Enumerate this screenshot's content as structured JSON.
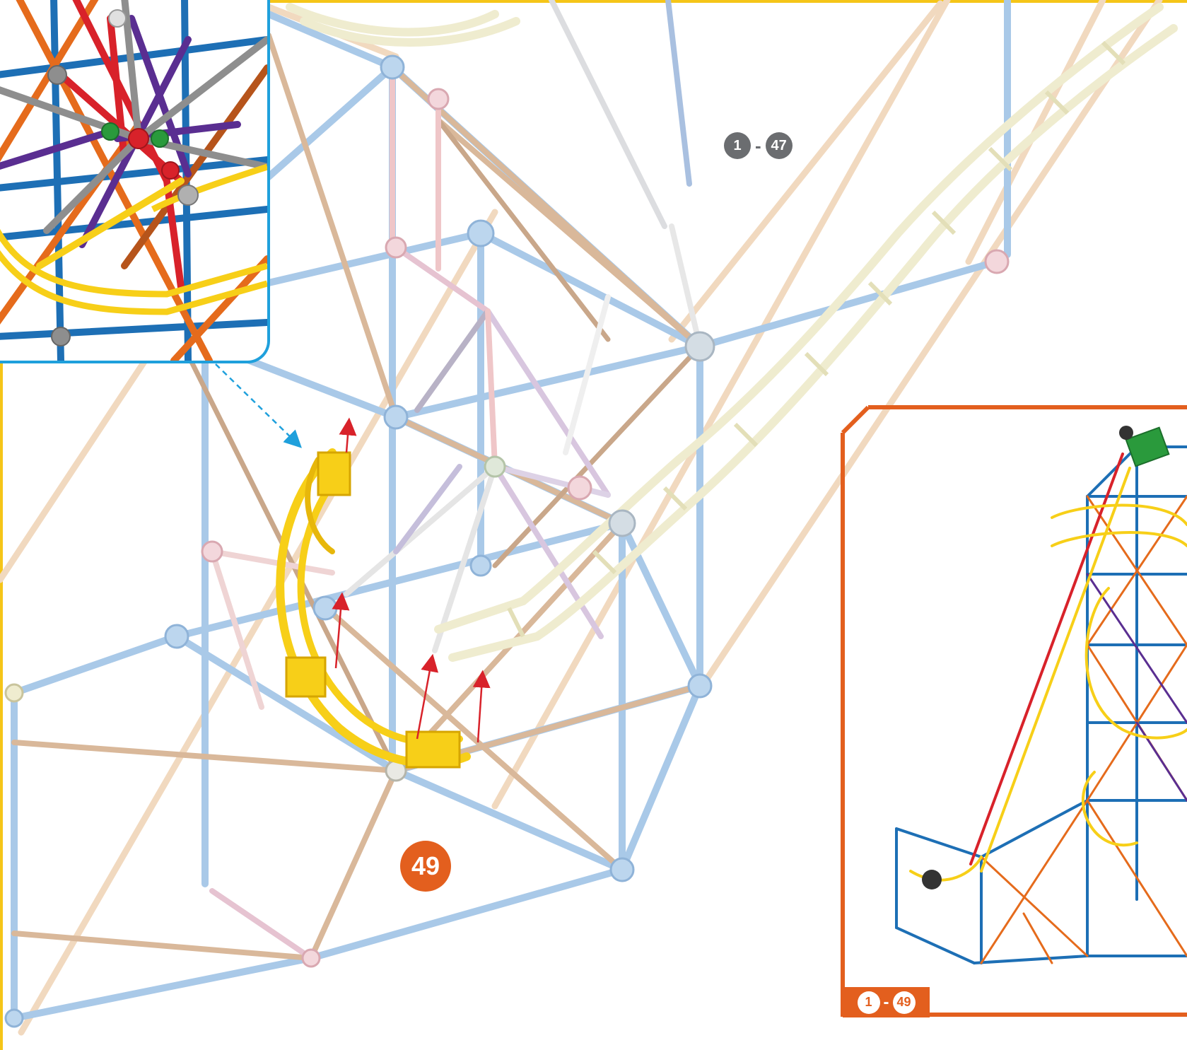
{
  "step_range_top": {
    "start": "1",
    "end": "47"
  },
  "step": {
    "number": "49"
  },
  "overview": {
    "range_start": "1",
    "range_end": "49"
  },
  "colors": {
    "step_orange": "#e35f1e",
    "range_grey": "#6b6d70",
    "inset_blue": "#1fa0dc",
    "page_border_yellow": "#f5c518",
    "track_yellow": "#f7cf18",
    "pointer_red": "#d8222a"
  }
}
